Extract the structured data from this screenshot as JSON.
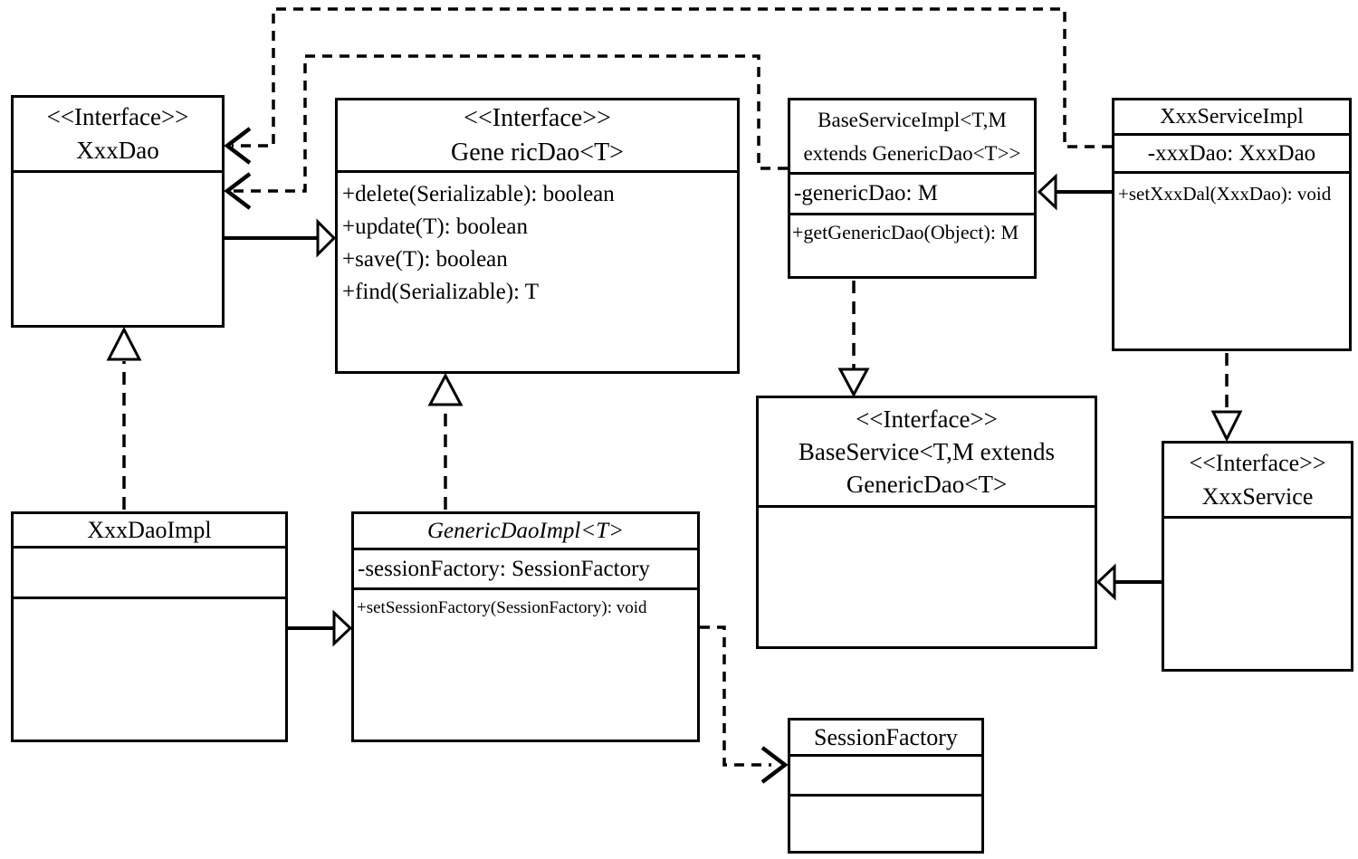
{
  "diagram": {
    "kind": "uml-class-diagram",
    "background_color": "#ffffff",
    "line_color": "#000000"
  },
  "classes": {
    "xxxDao": {
      "stereotype": "<<Interface>>",
      "name": "XxxDao",
      "attributes": [],
      "methods": []
    },
    "genericDao": {
      "stereotype": "<<Interface>>",
      "name": "Gene ricDao<T>",
      "methods": [
        "+delete(Serializable): boolean",
        "+update(T): boolean",
        "+save(T): boolean",
        "+find(Serializable): T"
      ]
    },
    "baseServiceImpl": {
      "name_line1": "BaseServiceImpl<T,M",
      "name_line2": "extends GenericDao<T>>",
      "attributes": [
        "-genericDao: M"
      ],
      "methods": [
        "+getGenericDao(Object): M"
      ]
    },
    "xxxServiceImpl": {
      "name": "XxxServiceImpl",
      "attributes": [
        "-xxxDao: XxxDao"
      ],
      "methods": [
        "+setXxxDal(XxxDao): void"
      ]
    },
    "baseService": {
      "stereotype": "<<Interface>>",
      "name_line1": "BaseService<T,M extends",
      "name_line2": "GenericDao<T>"
    },
    "xxxService": {
      "stereotype": "<<Interface>>",
      "name": "XxxService"
    },
    "xxxDaoImpl": {
      "name": "XxxDaoImpl",
      "attributes": [],
      "methods": []
    },
    "genericDaoImpl": {
      "name": "GenericDaoImpl<T>",
      "attributes": [
        "-sessionFactory: SessionFactory"
      ],
      "methods": [
        "+setSessionFactory(SessionFactory): void"
      ]
    },
    "sessionFactory": {
      "name": "SessionFactory"
    }
  },
  "relationships": [
    {
      "type": "dependency-dashed",
      "from": "XxxServiceImpl",
      "to": "XxxDao"
    },
    {
      "type": "dependency-dashed",
      "from": "BaseServiceImpl",
      "to": "XxxDao"
    },
    {
      "type": "generalization-solid",
      "from": "XxxDao",
      "to": "GenericDao<T>"
    },
    {
      "type": "realization-dashed",
      "from": "XxxDaoImpl",
      "to": "XxxDao"
    },
    {
      "type": "realization-dashed",
      "from": "GenericDaoImpl<T>",
      "to": "GenericDao<T>"
    },
    {
      "type": "generalization-solid",
      "from": "XxxDaoImpl",
      "to": "GenericDaoImpl<T>"
    },
    {
      "type": "dependency-dashed",
      "from": "GenericDaoImpl<T>",
      "to": "SessionFactory"
    },
    {
      "type": "realization-dashed",
      "from": "BaseServiceImpl",
      "to": "BaseService"
    },
    {
      "type": "realization-dashed",
      "from": "XxxServiceImpl",
      "to": "XxxService"
    },
    {
      "type": "generalization-solid",
      "from": "XxxService",
      "to": "BaseService"
    },
    {
      "type": "generalization-solid",
      "from": "XxxServiceImpl",
      "to": "BaseServiceImpl"
    }
  ]
}
